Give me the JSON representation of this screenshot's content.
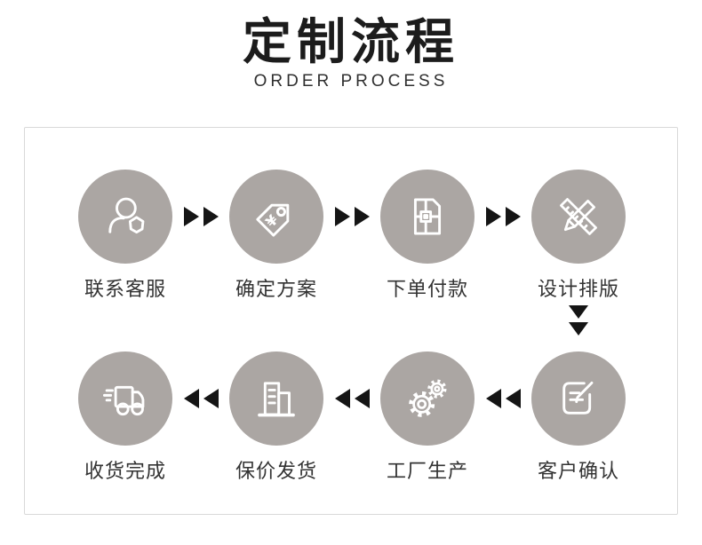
{
  "header": {
    "title": "定制流程",
    "subtitle": "ORDER PROCESS"
  },
  "steps": [
    {
      "label": "联系客服",
      "icon": "customer-service-icon"
    },
    {
      "label": "确定方案",
      "icon": "price-tag-icon"
    },
    {
      "label": "下单付款",
      "icon": "order-file-icon"
    },
    {
      "label": "设计排版",
      "icon": "design-tools-icon"
    },
    {
      "label": "客户确认",
      "icon": "confirm-edit-icon"
    },
    {
      "label": "工厂生产",
      "icon": "gears-icon"
    },
    {
      "label": "保价发货",
      "icon": "buildings-icon"
    },
    {
      "label": "收货完成",
      "icon": "delivery-truck-icon"
    }
  ],
  "flow": {
    "row1_direction": "right",
    "row2_direction": "left",
    "connector": "double-triangle-arrows"
  },
  "colors": {
    "circle_gray": "#aba6a3",
    "icon_stroke": "#ffffff",
    "arrow_black": "#151515",
    "title_black": "#1c1c1c",
    "label_dark": "#333333",
    "card_border": "#d9d9d9",
    "background": "#ffffff"
  }
}
